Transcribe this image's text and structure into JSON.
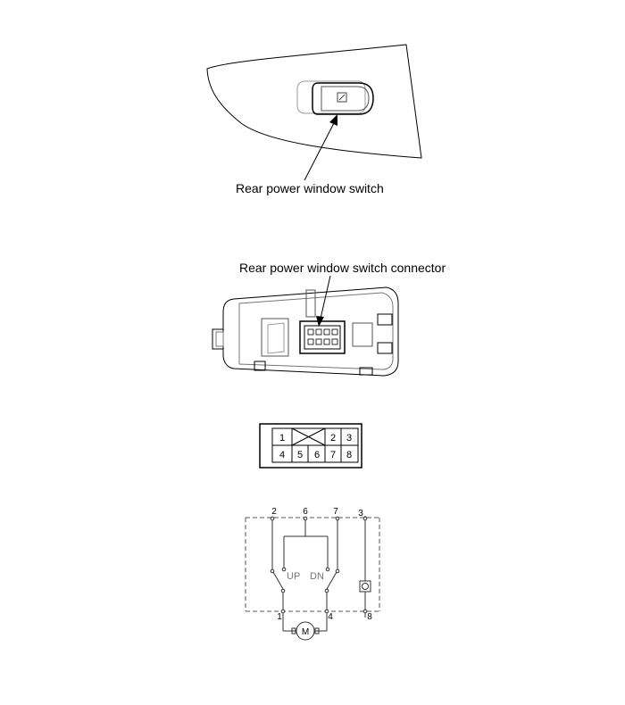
{
  "figure1": {
    "label": "Rear power window switch"
  },
  "figure2": {
    "label": "Rear power window switch connector"
  },
  "connector": {
    "top_row": [
      "1",
      "2",
      "3"
    ],
    "bottom_row": [
      "4",
      "5",
      "6",
      "7",
      "8"
    ]
  },
  "schematic": {
    "top_pins": [
      "2",
      "6",
      "7",
      "3"
    ],
    "bottom_pins": [
      "1",
      "4",
      "8"
    ],
    "up_label": "UP",
    "down_label": "DN",
    "motor_label": "M"
  }
}
